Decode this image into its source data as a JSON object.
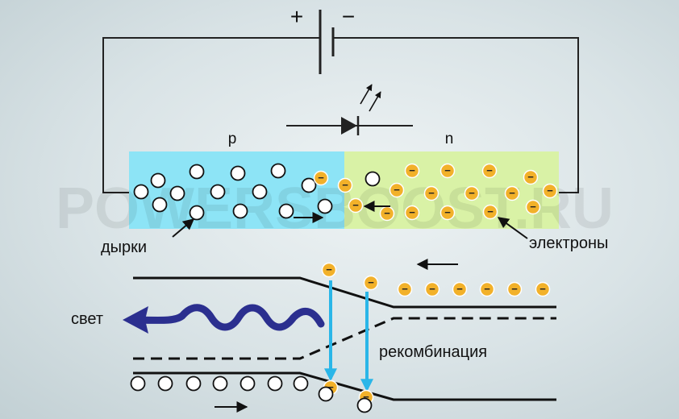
{
  "battery": {
    "plus": "+",
    "minus": "−"
  },
  "regions": {
    "p_label": "p",
    "n_label": "n"
  },
  "labels": {
    "holes": "дырки",
    "electrons": "электроны",
    "light": "свет",
    "recombination": "рекомбинация"
  },
  "electron_sign": "−",
  "watermark": "POWERSBOOST.RU",
  "colors": {
    "p_region": "#8de4f6",
    "n_region": "#d9f2a6",
    "electron": "#f2b12a",
    "wire": "#222222",
    "light_wave": "#2b2f8f",
    "recombination_arrow": "#2ab6e8"
  },
  "icons": [
    "battery-icon",
    "led-diode-icon",
    "emission-arrows-icon",
    "light-wave-icon"
  ]
}
